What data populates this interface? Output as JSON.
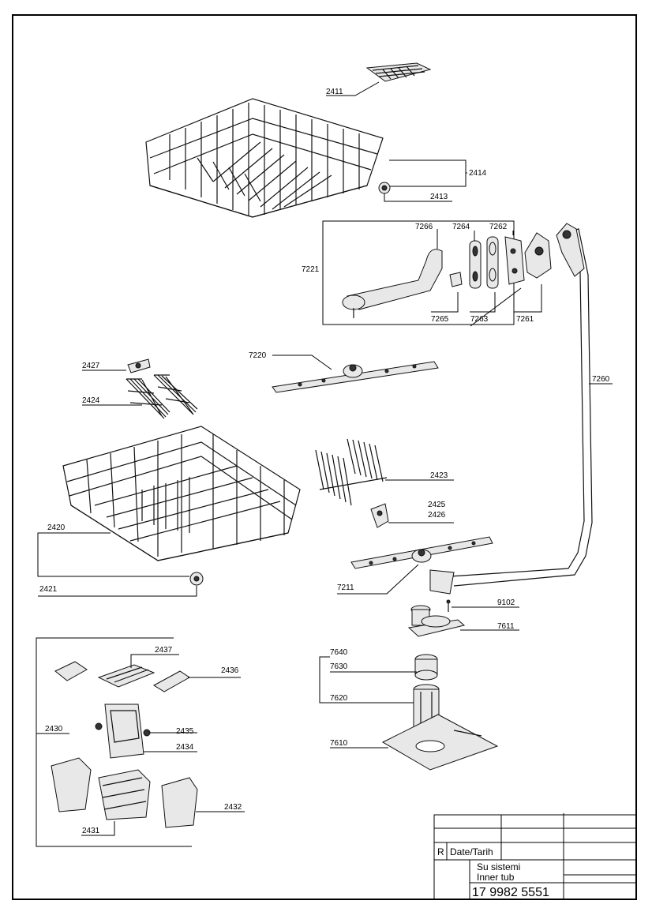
{
  "labels": {
    "p2411": "2411",
    "p2414": "2414",
    "p2413": "2413",
    "p7266": "7266",
    "p7264": "7264",
    "p7262": "7262",
    "p7221": "7221",
    "p7265": "7265",
    "p7263": "7263",
    "p7261": "7261",
    "p7220": "7220",
    "p7260": "7260",
    "p2427": "2427",
    "p2424": "2424",
    "p2423": "2423",
    "p2425": "2425",
    "p2426": "2426",
    "p2420": "2420",
    "p2421": "2421",
    "p7211": "7211",
    "p9102": "9102",
    "p7611": "7611",
    "p2437": "2437",
    "p2436": "2436",
    "p7640": "7640",
    "p7630": "7630",
    "p7620": "7620",
    "p2430": "2430",
    "p2435": "2435",
    "p2434": "2434",
    "p7610": "7610",
    "p2432": "2432",
    "p2431": "2431"
  },
  "title_block": {
    "revision": "R",
    "date_label": "Date/Tarih",
    "title_tr": "Su sistemi",
    "title_en": "Inner tub",
    "part_number": "17 9982 5551"
  }
}
